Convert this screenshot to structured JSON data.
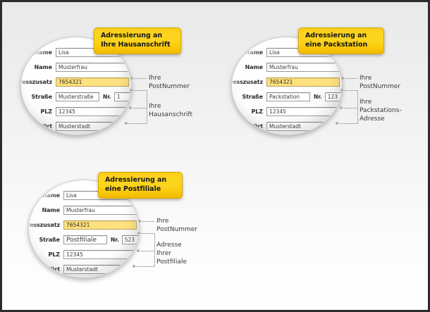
{
  "page": {
    "background_top": "#e9e9e9",
    "background_bottom": "#ffffff",
    "border_color": "#2b2b2b",
    "accent_yellow": "#fcd41d",
    "highlight_yellow": "#ffe27f"
  },
  "form_labels": {
    "vorname": "Vorname",
    "name": "Name",
    "adresszusatz": "Adresszusatz",
    "strasse": "Straße",
    "nr": "Nr.",
    "plz": "PLZ",
    "ort": "Ort"
  },
  "panels": [
    {
      "id": "hausanschrift",
      "callout": "Adressierung an Ihre Hausanschrift",
      "fields": {
        "vorname": "Lisa",
        "name": "Musterfrau",
        "adresszusatz": "7654321",
        "strasse": "Musterstraße",
        "nr": "1",
        "plz": "12345",
        "ort": "Musterstadt"
      },
      "notes": {
        "postnummer": "Ihre PostNummer",
        "address": "Ihre Hausanschrift"
      }
    },
    {
      "id": "packstation",
      "callout": "Adressierung an eine Packstation",
      "fields": {
        "vorname": "Lisa",
        "name": "Musterfrau",
        "adresszusatz": "7654321",
        "strasse": "Packstation",
        "nr": "123",
        "plz": "12345",
        "ort": "Musterstadt"
      },
      "notes": {
        "postnummer": "Ihre PostNummer",
        "address": "Ihre Packstations-\nAdresse"
      }
    },
    {
      "id": "postfiliale",
      "callout": "Adressierung an eine Postfiliale",
      "fields": {
        "vorname": "Lisa",
        "name": "Musterfrau",
        "adresszusatz": "7654321",
        "strasse": "Postfiliale",
        "nr": "523",
        "plz": "12345",
        "ort": "Musterstadt"
      },
      "notes": {
        "postnummer": "Ihre PostNummer",
        "address": "Adresse\nIhrer Postfiliale"
      }
    }
  ]
}
